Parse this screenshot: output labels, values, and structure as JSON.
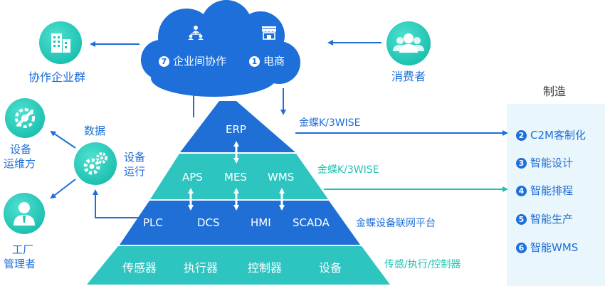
{
  "cloud": {
    "item1": {
      "num": "7",
      "text": "企业间协作",
      "icon": "team-hierarchy-icon"
    },
    "item2": {
      "num": "1",
      "text": "电商",
      "icon": "storefront-icon"
    }
  },
  "left": {
    "partners": "协作企业群",
    "data": "数据",
    "equipment_op_line1": "设备",
    "equipment_op_line2": "运行",
    "maintainer_line1": "设备",
    "maintainer_line2": "运维方",
    "factory_line1": "工厂",
    "factory_line2": "管理者"
  },
  "right": {
    "consumer": "消费者",
    "manufacturing": "制造",
    "panel_items": [
      {
        "num": "2",
        "text": "C2M客制化"
      },
      {
        "num": "3",
        "text": "智能设计"
      },
      {
        "num": "4",
        "text": "智能排程"
      },
      {
        "num": "5",
        "text": "智能生产"
      },
      {
        "num": "6",
        "text": "智能WMS"
      }
    ]
  },
  "pyramid": {
    "tier1": [
      "ERP"
    ],
    "tier2": [
      "APS",
      "MES",
      "WMS"
    ],
    "tier3": [
      "PLC",
      "DCS",
      "HMI",
      "SCADA"
    ],
    "tier4": [
      "传感器",
      "执行器",
      "控制器",
      "设备"
    ]
  },
  "side_labels": {
    "erp": "金蝶K/3WISE",
    "mes": "金蝶K/3WISE",
    "iot": "金蝶设备联网平台",
    "sensor": "传感/执行/控制器"
  },
  "colors": {
    "blue": "#1e6fd9",
    "cloud": "#1e6fd9",
    "teal": "#1fc2b2",
    "tier_dark": "#1f6fd6",
    "tier_teal": "#2ec4c0",
    "panel_bg": "#e9f6fb"
  }
}
